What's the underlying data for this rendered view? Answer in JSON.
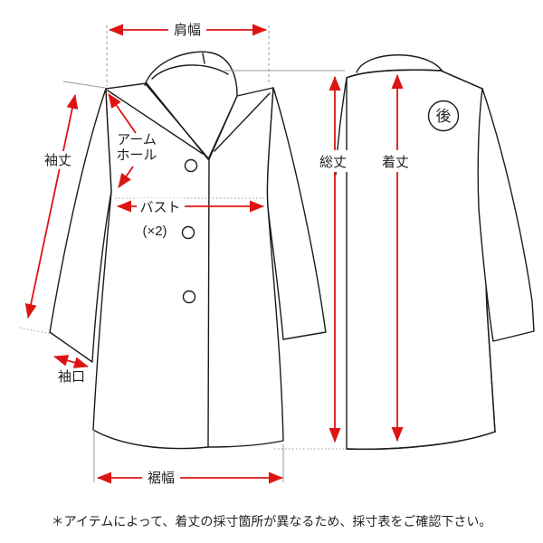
{
  "diagram": {
    "labels": {
      "shoulder_width": "肩幅",
      "sleeve_length": "袖丈",
      "armhole_line1": "アーム",
      "armhole_line2": "ホール",
      "bust": "バスト",
      "bust_note": "(×2)",
      "total_length": "総丈",
      "garment_length": "着丈",
      "cuff_width": "袖口",
      "hem_width": "裾幅",
      "back_badge": "後"
    },
    "footnote": "＊アイテムによって、着丈の採寸箇所が異なるため、採寸表をご確認下さい。",
    "colors": {
      "arrow_red": "#dd1414",
      "line_black": "#1b1b1b",
      "guide_gray": "#9a9a9a",
      "text": "#222222",
      "background": "#ffffff"
    }
  }
}
